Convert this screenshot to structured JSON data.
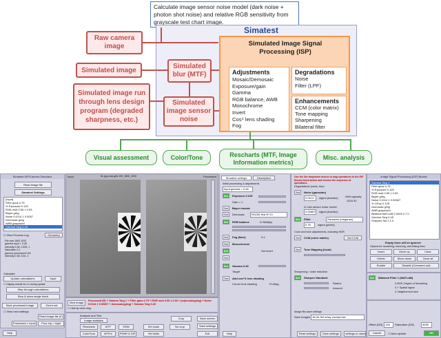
{
  "diagram": {
    "top_note": "Calculate image sensor noise model (dark noise + photon shot noise) and relative RGB sensitivity from grayscale test chart image.",
    "simatest_title": "Simatest",
    "raw_camera": "Raw camera image",
    "simulated_image": "Simulated image",
    "lens_program": "Simulated image run through lens design program (degraded sharpness, etc.)",
    "sim_blur": "Simulated blur (MTF)",
    "sim_noise": "Simulated image sensor noise",
    "isp_title": "Simulated Image Signal Processing (ISP)",
    "adjustments_title": "Adjustments",
    "adjustments": [
      "Mosaic/Demosaic",
      "Exposure/gain",
      "Gamma",
      "RGB balance, AWB",
      "Monochrome",
      "Invert",
      "Cos⁴ lens shading",
      "Fog"
    ],
    "degradations_title": "Degradations",
    "degradations": [
      "Noise",
      "Filter (LPF)"
    ],
    "enhancements_title": "Enhancements",
    "enhancements": [
      "CCM (color matrix)",
      "Tone mapping",
      "Sharpening",
      "Bilateral filter"
    ],
    "visual": "Visual assessment",
    "color_tone": "Color/Tone",
    "rescharts": "Rescharts (MTF, Image Information metrics)",
    "misc": "Misc. analysis"
  },
  "colors": {
    "red": "#c0504d",
    "green": "#4ea64e",
    "orange": "#f79646",
    "simatest_bg": "#eeeef9",
    "accent_blue": "#3370d0"
  },
  "left_panel": {
    "title": "Simatest ISP/Camera Simulator",
    "read_btn": "Read image file",
    "settings_btn": "Simatest Settings",
    "list": [
      "[Input]",
      "Filter gaus 0.75",
      "% Exposure 0.125",
      "RGB mult 0.55 1 0.53",
      "Bayer grbg",
      "Noise 0.0114 1 0.0067",
      "Demosaic grbg",
      "AWB-grayworld",
      "Gamma Targ 0.45"
    ],
    "view_log": "View Process Log",
    "geometry_btn": "Geometry",
    "info": [
      "File size 1600 1510",
      "gamma input = 0.46",
      "Intensity 0.38, 0.625, 1",
      "Saturation 0.1",
      "gamma processed 0.45",
      "Intensity 0.38, 0.64, 1"
    ],
    "calc_label": "Calculate",
    "update_btn": "Update calculations",
    "input_btn": "Input",
    "display_chk": "Display results for 1x during update",
    "step_btn": "Step through calculations",
    "step_single_btn": "Step & show single block",
    "save_btn": "Save processed image",
    "zoom_btn": "Zoom out",
    "view_new": "View new settings",
    "processed_btn": "Processed > input",
    "read_img_btn": "Read image file (F)",
    "help_btn": "Help",
    "proc_inp_btn": "Proc Inp > Hghl"
  },
  "center": {
    "input_label": "Input",
    "processed_label": "Processed",
    "filename": "6L.jpg-crop-gdk-100_1600_1510",
    "view_image_btn": "View image",
    "hide_label": "Hide tip while drag",
    "status_text": "Processed (R) + Gamma Targ 1 + Filter gaus 0.75 + RGB mult 0.55 1 0.53 + (m)mosaic(grbg) + Noise 0.0114 1 0.00667 + demosaic(grbg) + Gamma Targ 0.45",
    "tools_label": "Analysis and Test",
    "tools": [
      "Rescharts",
      "MTF",
      "SSIM",
      "ColorTone",
      "MTFP",
      "PSNR"
    ],
    "image_stats_btn": "Image statistics",
    "color_tone_btn": "ColorTone",
    "tools2": [
      "MTF",
      "MTFnr",
      "PSNR & DIF"
    ],
    "crop_btn": "Crop",
    "set_scale": "Set scale",
    "no_crop": "No crop",
    "set_limits": "Set limits",
    "save_screen": "Save screen",
    "save_settings": "Save settings",
    "exit_btn": "Exit"
  },
  "middle_panel": {
    "tab1": "Simatest settings",
    "tab2": "Description",
    "initial_label": "Initial processing & adjustments",
    "input_gamma": "Input gamma = 0.46",
    "exposure": "Exposure 0.125",
    "gain": "Gain = 1",
    "bayer": "Bayer mosaic",
    "demosaic": "Demosaic",
    "rgb_balance": "RGB balance",
    "multiply": "Multiply",
    "fog": "Fog (flare)",
    "fog_val": "0.4",
    "monochrome": "Monochrome",
    "invert": "Set invert",
    "gamma_val": "Gamma 0.45",
    "target": "Target",
    "add_lens": "Add cos^4 lens shading",
    "corner": "Corner lens shading",
    "fl_mag": "FL/Mag",
    "set": "Set",
    "rgb_bilinear": "RGGB: first R+Cr"
  },
  "settings_panel": {
    "red_note": "Use the Set dropdown menus to map operations to the ISP blocks listed below and choose the sequence of operations.",
    "degrad_label": "Degradations (noise, blur)",
    "noise": "Noise (gaussian)",
    "sigma_frac": "sigma (fraction)",
    "lowlight": "Well capacity",
    "lowlight_val": "1024.30",
    "use_sensor": "Use sensor noise model",
    "sensor_fraction": "sigma (fraction)",
    "filter": "Filter",
    "filter_type": "Gaussian (megauss)",
    "sigma_px": "sigma (pixels)",
    "color_label": "Color and tone adjustments, including HDR",
    "ccm": "CCM (color matrix)",
    "set_ccm": "Set CCM",
    "tone": "Tone Mapping (local)",
    "sharpen_label": "Sharpening / noise reduction",
    "sharpen": "Sharpen Standard",
    "radius": "Radius",
    "amount": "Amount",
    "bilateral": "Bilateral Filter 1 (MATLAB)",
    "bilat_vals": [
      "0.0025: Degree of Smoothing",
      "0.7: Spatial sigma",
      "3: Neighborhood size"
    ],
    "file_save": "Image file-save settings",
    "save_images": "Save images",
    "save_opts": "16 bit, full array, except raw",
    "offset": "Offset (DN)",
    "offset_val": "128",
    "saturation": "Saturation (DN)",
    "saturation_val": "4095",
    "read_settings": "Read settings",
    "save_settings": "Save settings",
    "save_named": "Save settings in named file",
    "cancel": "Cancel",
    "auto_update": "Auto update",
    "ok": "OK"
  },
  "right_panel": {
    "title": "Image Signal Processing (ISP) Blocks",
    "list": [
      "Gamma Targ 1",
      "Filter gaus 0.75",
      "% Exposure 0.125",
      "RGB mult 0.55 1 0.53",
      "Bayer grbg",
      "Noise 0.0114 1 0.00667",
      "% 1/Exp 0.125",
      "Demosaic grbg",
      "AWB-grayworld",
      "Bilateral MATLAB 0.0025 0.7 0",
      "Gamma Targ 0.45",
      "Sharpen Std 2 1.0"
    ],
    "empty_note": "Empty lines will be ignored",
    "options_note": "Options for reordering, removing, and testing lines",
    "buttons": [
      "Insert",
      "Move up",
      "Clear",
      "Delete",
      "Move down",
      "Clear all",
      "Enable",
      "Disable (Comment out)"
    ]
  }
}
